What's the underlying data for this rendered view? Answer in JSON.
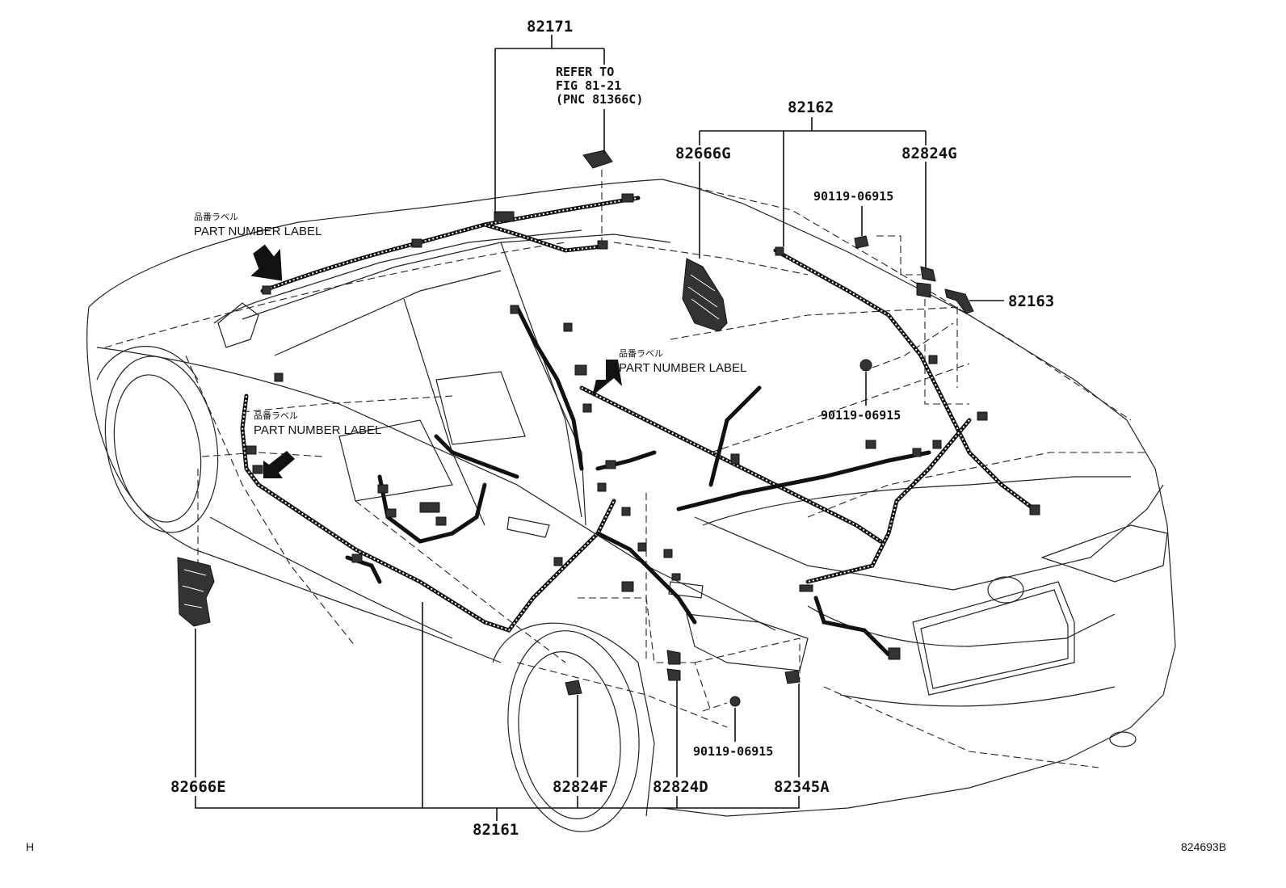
{
  "diagram": {
    "parts": {
      "p82171": "82171",
      "p82162": "82162",
      "p82666G": "82666G",
      "p82824G": "82824G",
      "p82163": "82163",
      "p82666E": "82666E",
      "p82824F": "82824F",
      "p82824D": "82824D",
      "p82345A": "82345A",
      "p82161": "82161",
      "bolt_top": "90119-06915",
      "bolt_mid": "90119-06915",
      "bolt_bottom": "90119-06915"
    },
    "reference": {
      "line1": "REFER TO",
      "line2": "FIG 81-21",
      "line3": "(PNC 81366C)"
    },
    "labels": {
      "label1_jp": "品番ラベル",
      "label1_en": "PART NUMBER LABEL",
      "label2_jp": "品番ラベル",
      "label2_en": "PART NUMBER LABEL",
      "label3_jp": "品番ラベル",
      "label3_en": "PART NUMBER LABEL"
    },
    "footer": {
      "left_mark": "H",
      "figure_code": "824693B"
    }
  }
}
